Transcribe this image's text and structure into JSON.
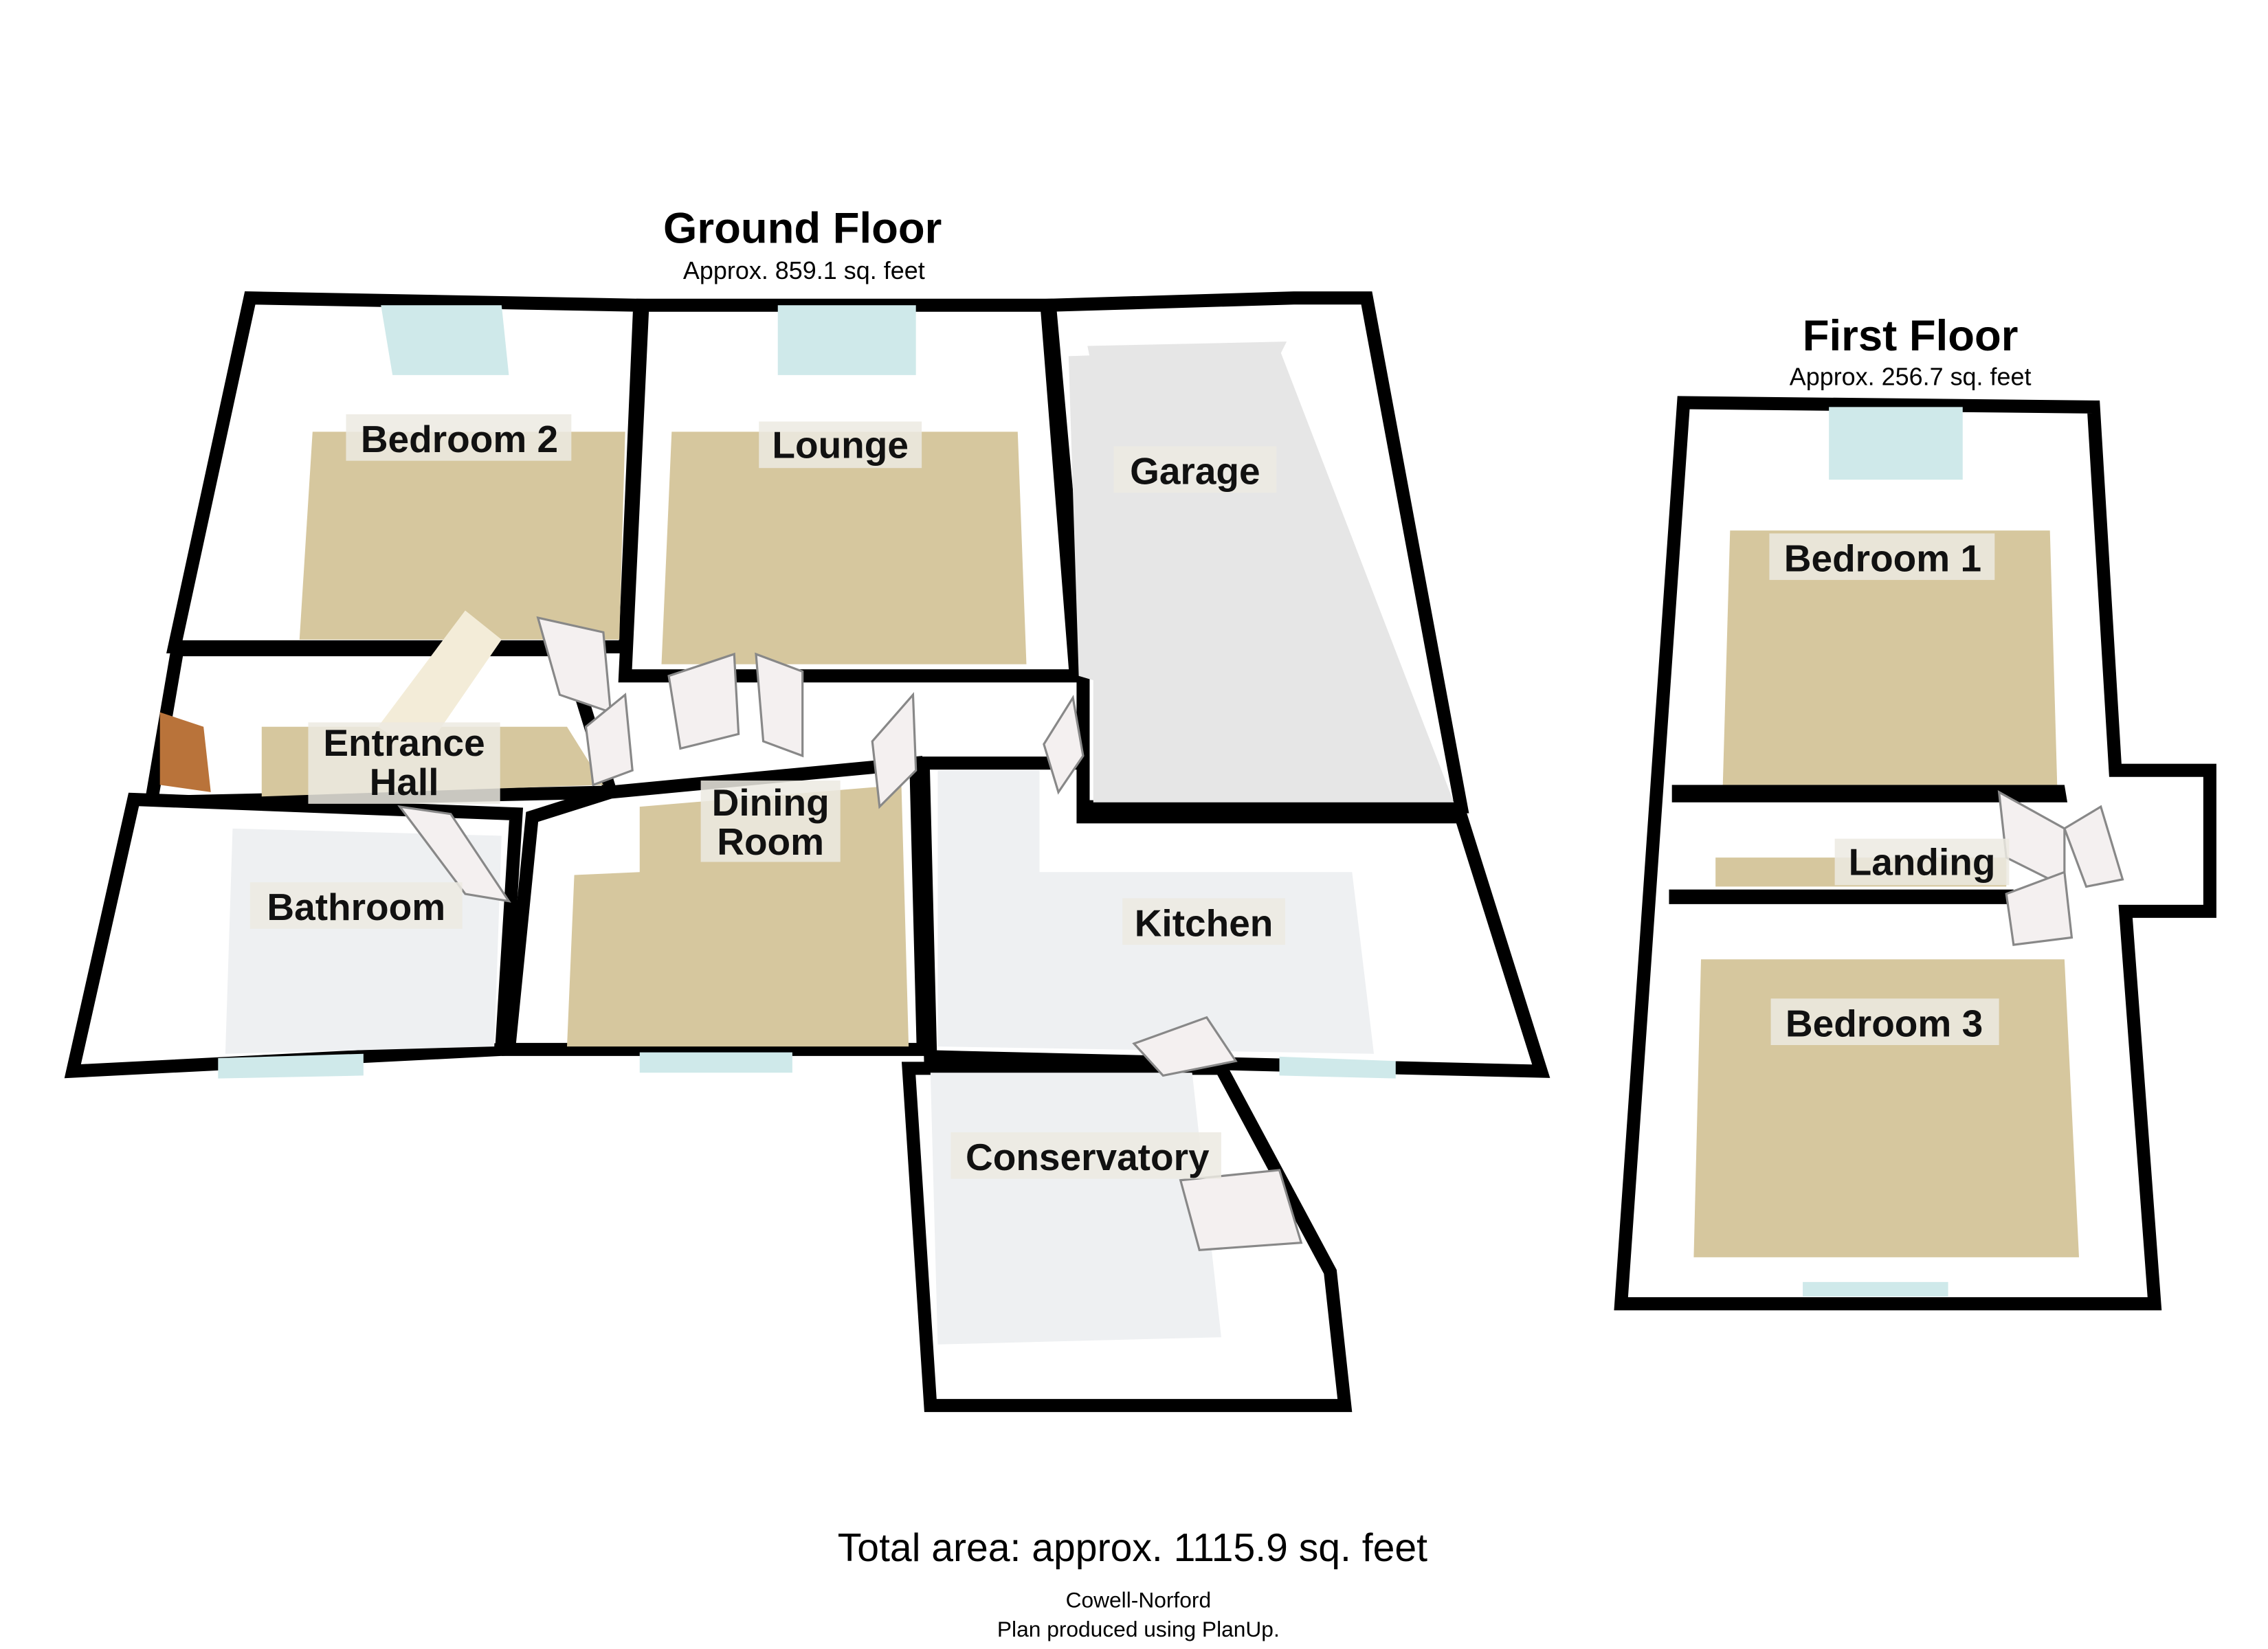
{
  "ground_floor": {
    "title": "Ground Floor",
    "area": "Approx. 859.1 sq. feet",
    "rooms": {
      "bedroom2": "Bedroom 2",
      "lounge": "Lounge",
      "garage": "Garage",
      "entrance_hall_1": "Entrance",
      "entrance_hall_2": "Hall",
      "dining_room_1": "Dining",
      "dining_room_2": "Room",
      "bathroom": "Bathroom",
      "kitchen": "Kitchen",
      "conservatory": "Conservatory"
    }
  },
  "first_floor": {
    "title": "First Floor",
    "area": "Approx. 256.7 sq. feet",
    "rooms": {
      "bedroom1": "Bedroom 1",
      "landing": "Landing",
      "bedroom3": "Bedroom 3"
    }
  },
  "footer": {
    "total": "Total area: approx. 1115.9 sq. feet",
    "agent": "Cowell-Norford",
    "credit": "Plan produced using PlanUp."
  },
  "colors": {
    "carpet": "#d6c79e",
    "wall": "#000000",
    "window": "#cfe9ea"
  }
}
